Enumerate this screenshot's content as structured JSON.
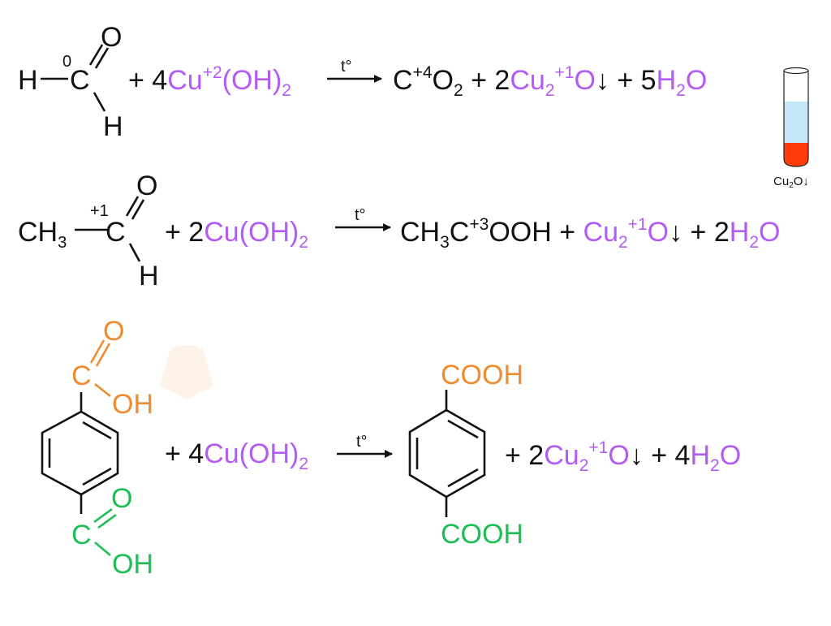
{
  "colors": {
    "black": "#111111",
    "purple": "#b35cf5",
    "orange": "#f08c30",
    "green": "#1dbf55",
    "tube_liquid": "#c6e6f9",
    "precipitate": "#ff3b0a"
  },
  "condition": "t°",
  "reaction1": {
    "reactant": {
      "H_left": "H",
      "C": "C",
      "C_ox": "0",
      "O": "O",
      "H_bottom": "H"
    },
    "reagent": [
      {
        "t": "+ 4",
        "c": "k"
      },
      {
        "t": "Cu",
        "c": "p"
      },
      {
        "t": "+2",
        "c": "p",
        "s": "sup"
      },
      {
        "t": "(OH)",
        "c": "p"
      },
      {
        "t": "2",
        "c": "p",
        "s": "sub"
      }
    ],
    "products": [
      {
        "t": "C",
        "c": "k"
      },
      {
        "t": "+4",
        "c": "k",
        "s": "sup"
      },
      {
        "t": "O",
        "c": "k"
      },
      {
        "t": "2",
        "c": "k",
        "s": "sub"
      },
      {
        "t": " + 2",
        "c": "k"
      },
      {
        "t": "Cu",
        "c": "p"
      },
      {
        "t": "2",
        "c": "p",
        "s": "sub"
      },
      {
        "t": "+1",
        "c": "p",
        "s": "sup"
      },
      {
        "t": "O",
        "c": "p"
      },
      {
        "t": "↓",
        "c": "k"
      },
      {
        "t": " + 5",
        "c": "k"
      },
      {
        "t": "H",
        "c": "p"
      },
      {
        "t": "2",
        "c": "p",
        "s": "sub"
      },
      {
        "t": "O",
        "c": "p"
      }
    ]
  },
  "reaction2": {
    "reactant": {
      "CH3": "CH",
      "CH3_sub": "3",
      "C": "C",
      "C_ox": "+1",
      "O": "O",
      "H_bottom": "H"
    },
    "reagent": [
      {
        "t": "+ 2",
        "c": "k"
      },
      {
        "t": "Cu(OH)",
        "c": "p"
      },
      {
        "t": "2",
        "c": "p",
        "s": "sub"
      }
    ],
    "products": [
      {
        "t": "CH",
        "c": "k"
      },
      {
        "t": "3",
        "c": "k",
        "s": "sub"
      },
      {
        "t": "C",
        "c": "k"
      },
      {
        "t": "+3",
        "c": "k",
        "s": "sup"
      },
      {
        "t": "OOH + ",
        "c": "k"
      },
      {
        "t": "Cu",
        "c": "p"
      },
      {
        "t": "2",
        "c": "p",
        "s": "sub"
      },
      {
        "t": "+1",
        "c": "p",
        "s": "sup"
      },
      {
        "t": "O",
        "c": "p"
      },
      {
        "t": "↓",
        "c": "k"
      },
      {
        "t": " + 2",
        "c": "k"
      },
      {
        "t": "H",
        "c": "p"
      },
      {
        "t": "2",
        "c": "p",
        "s": "sub"
      },
      {
        "t": "O",
        "c": "p"
      }
    ]
  },
  "reaction3": {
    "reactant": {
      "top_C": "C",
      "top_O": "O",
      "top_OH": "OH",
      "bottom_C": "C",
      "bottom_O": "O",
      "bottom_OH": "OH"
    },
    "reagent": [
      {
        "t": "+ 4",
        "c": "k"
      },
      {
        "t": "Cu(OH)",
        "c": "p"
      },
      {
        "t": "2",
        "c": "p",
        "s": "sub"
      }
    ],
    "product_top": "COOH",
    "product_bottom": "COOH",
    "products": [
      {
        "t": "+ 2",
        "c": "k"
      },
      {
        "t": "Cu",
        "c": "p"
      },
      {
        "t": "2",
        "c": "p",
        "s": "sub"
      },
      {
        "t": "+1",
        "c": "p",
        "s": "sup"
      },
      {
        "t": "O",
        "c": "p"
      },
      {
        "t": "↓",
        "c": "k"
      },
      {
        "t": " + 4",
        "c": "k"
      },
      {
        "t": "H",
        "c": "p"
      },
      {
        "t": "2",
        "c": "p",
        "s": "sub"
      },
      {
        "t": "O",
        "c": "p"
      }
    ]
  },
  "test_tube": {
    "label": [
      {
        "t": "Cu",
        "c": "k"
      },
      {
        "t": "2",
        "c": "k",
        "s": "sub"
      },
      {
        "t": "O↓",
        "c": "k"
      }
    ]
  }
}
